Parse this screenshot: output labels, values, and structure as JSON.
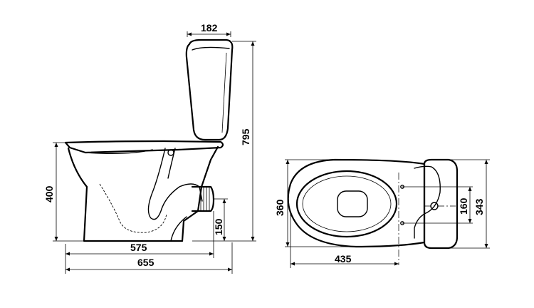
{
  "dimensions": {
    "side_view": {
      "tank_depth": "182",
      "total_height": "795",
      "seat_height": "400",
      "outlet_height": "150",
      "outlet_projection": "575",
      "total_depth": "655"
    },
    "top_view": {
      "width": "360",
      "length": "435",
      "fixing_distance": "160",
      "tank_width": "343"
    }
  }
}
